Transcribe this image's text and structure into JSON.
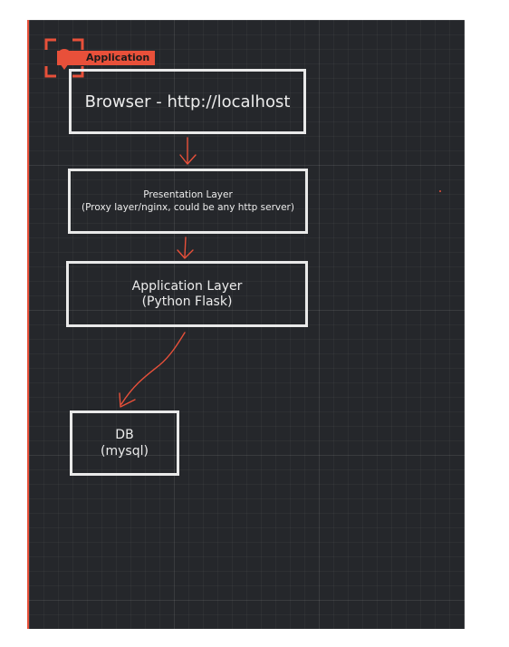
{
  "frame": {
    "label": "Application",
    "icon": "location-pin-icon",
    "accent_color": "#e8503a",
    "canvas_color": "#25272b"
  },
  "boxes": {
    "browser": {
      "lines": [
        "Browser - http://localhost"
      ]
    },
    "presentation": {
      "lines": [
        "Presentation Layer",
        "(Proxy layer/nginx, could be any http server)"
      ]
    },
    "application": {
      "lines": [
        "Application Layer",
        "(Python Flask)"
      ]
    },
    "db": {
      "lines": [
        "DB",
        "(mysql)"
      ]
    }
  },
  "connectors": [
    {
      "from": "browser",
      "to": "presentation",
      "icon": "arrow-down-icon"
    },
    {
      "from": "presentation",
      "to": "application",
      "icon": "arrow-down-icon"
    },
    {
      "from": "application",
      "to": "db",
      "icon": "curved-arrow-icon"
    }
  ]
}
